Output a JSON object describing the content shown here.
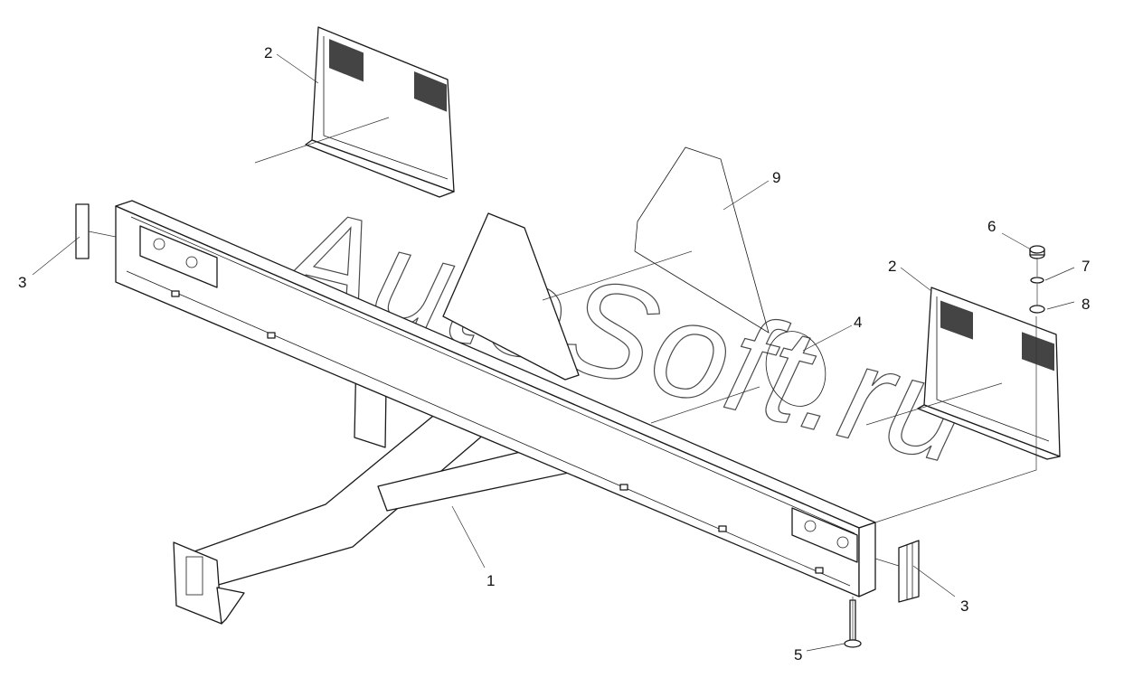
{
  "watermark": "AutoSoft.ru",
  "callouts": {
    "c1": "1",
    "c2a": "2",
    "c2b": "2",
    "c3a": "3",
    "c3b": "3",
    "c4": "4",
    "c5": "5",
    "c6": "6",
    "c7": "7",
    "c8": "8",
    "c9": "9"
  }
}
